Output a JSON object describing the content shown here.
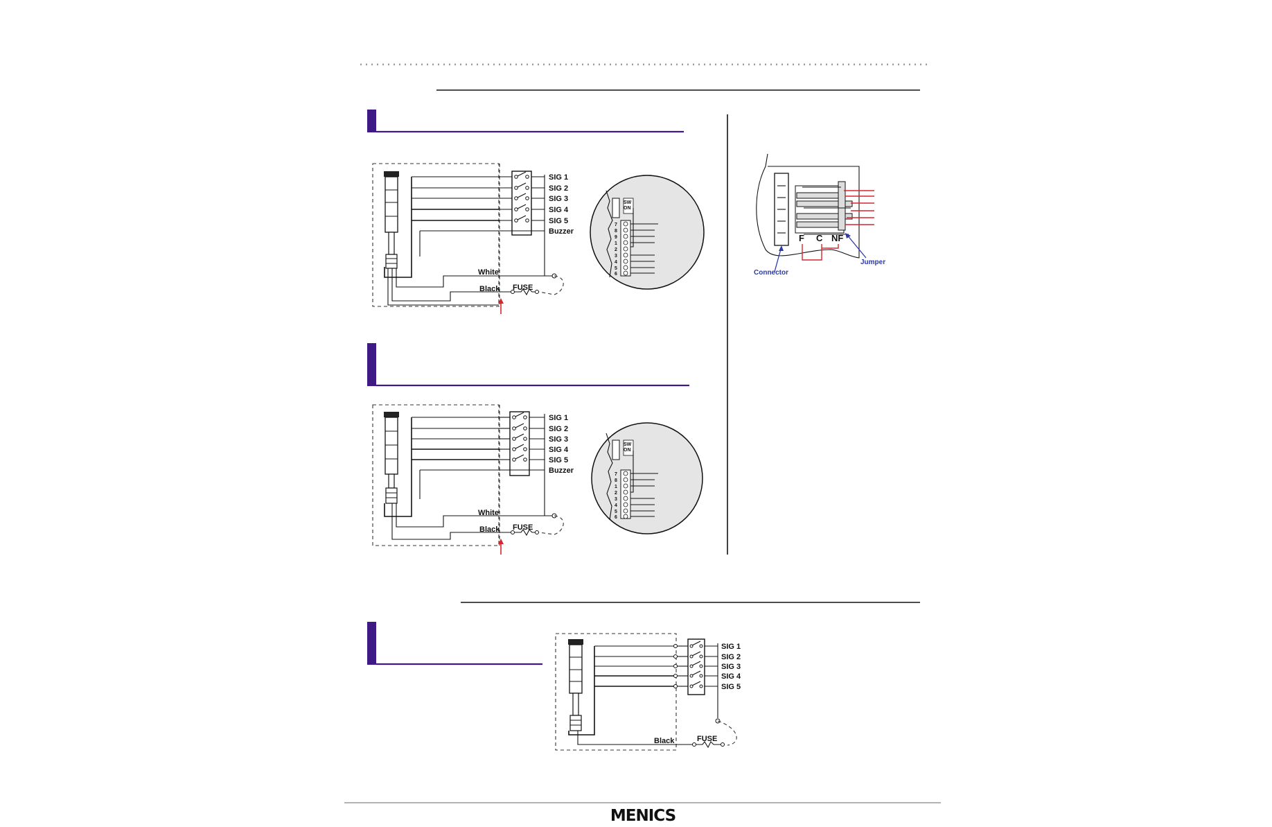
{
  "signals": [
    "SIG 1",
    "SIG 2",
    "SIG 3",
    "SIG 4",
    "SIG 5"
  ],
  "labels": {
    "buzzer": "Buzzer",
    "white": "White",
    "black": "Black",
    "fuse": "FUSE",
    "connector": "Connector",
    "jumper": "Jumper",
    "jumper_f": "F",
    "jumper_c": "C",
    "jumper_nf": "NF"
  },
  "terminal_numbers": {
    "circuit_1": [
      "7",
      "8",
      "9",
      "1",
      "2",
      "3",
      "4",
      "5",
      "6"
    ],
    "circuit_2": [
      "7",
      "8",
      "1",
      "2",
      "3",
      "4",
      "5",
      "6"
    ]
  },
  "brand": {
    "logo_text": "MENICS"
  },
  "colors": {
    "section_accent": "#3f1a87",
    "arrow": "#d6262e",
    "pointer": "#2b3aa6"
  }
}
